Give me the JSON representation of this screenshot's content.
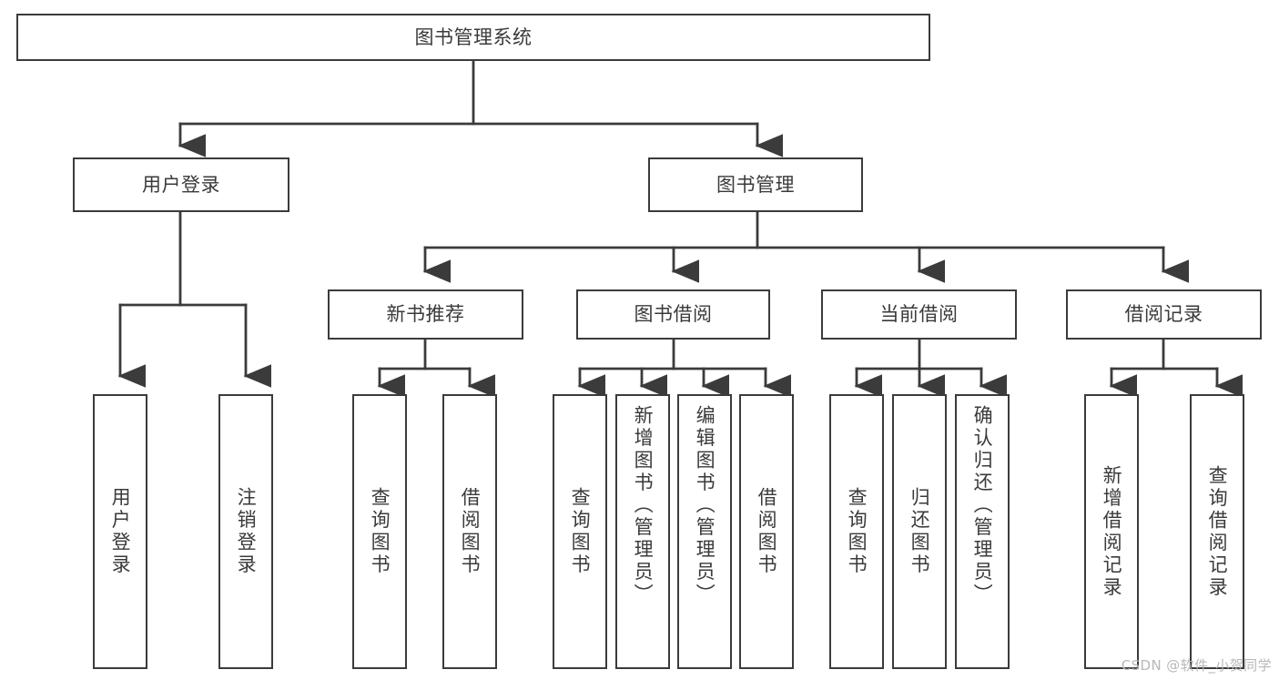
{
  "diagram": {
    "title": "图书管理系统",
    "type": "tree-hierarchy",
    "background_color": "#ffffff",
    "line_color": "#3b3b3b",
    "text_color": "#3a3a3a"
  },
  "nodes": {
    "root": {
      "label": "图书管理系统",
      "level": 1
    },
    "l2": [
      {
        "id": "user-login",
        "label": "用户登录",
        "level": 2
      },
      {
        "id": "book-manage",
        "label": "图书管理",
        "level": 2
      }
    ],
    "l3": [
      {
        "id": "new-book-rec",
        "label": "新书推荐",
        "level": 3
      },
      {
        "id": "book-borrow",
        "label": "图书借阅",
        "level": 3
      },
      {
        "id": "current-borrow",
        "label": "当前借阅",
        "level": 3
      },
      {
        "id": "borrow-record",
        "label": "借阅记录",
        "level": 3
      }
    ],
    "leaves": [
      {
        "id": "leaf-user-login",
        "label": "用户登录",
        "parent": "user-login"
      },
      {
        "id": "leaf-user-logout",
        "label": "注销登录",
        "parent": "user-login"
      },
      {
        "id": "leaf-query-book-1",
        "label": "查询图书",
        "parent": "new-book-rec"
      },
      {
        "id": "leaf-borrow-book-1",
        "label": "借阅图书",
        "parent": "new-book-rec"
      },
      {
        "id": "leaf-query-book-2",
        "label": "查询图书",
        "parent": "book-borrow"
      },
      {
        "id": "leaf-add-book",
        "label": "新增图书（管理员）",
        "parent": "book-borrow"
      },
      {
        "id": "leaf-edit-book",
        "label": "编辑图书（管理员）",
        "parent": "book-borrow"
      },
      {
        "id": "leaf-borrow-book-2",
        "label": "借阅图书",
        "parent": "book-borrow"
      },
      {
        "id": "leaf-query-book-3",
        "label": "查询图书",
        "parent": "current-borrow"
      },
      {
        "id": "leaf-return-book",
        "label": "归还图书",
        "parent": "current-borrow"
      },
      {
        "id": "leaf-confirm-return",
        "label": "确认归还（管理员）",
        "parent": "current-borrow"
      },
      {
        "id": "leaf-add-record",
        "label": "新增借阅记录",
        "parent": "borrow-record"
      },
      {
        "id": "leaf-query-record",
        "label": "查询借阅记录",
        "parent": "borrow-record"
      }
    ]
  },
  "watermark": {
    "text": "CSDN @软件_小贺同学"
  }
}
